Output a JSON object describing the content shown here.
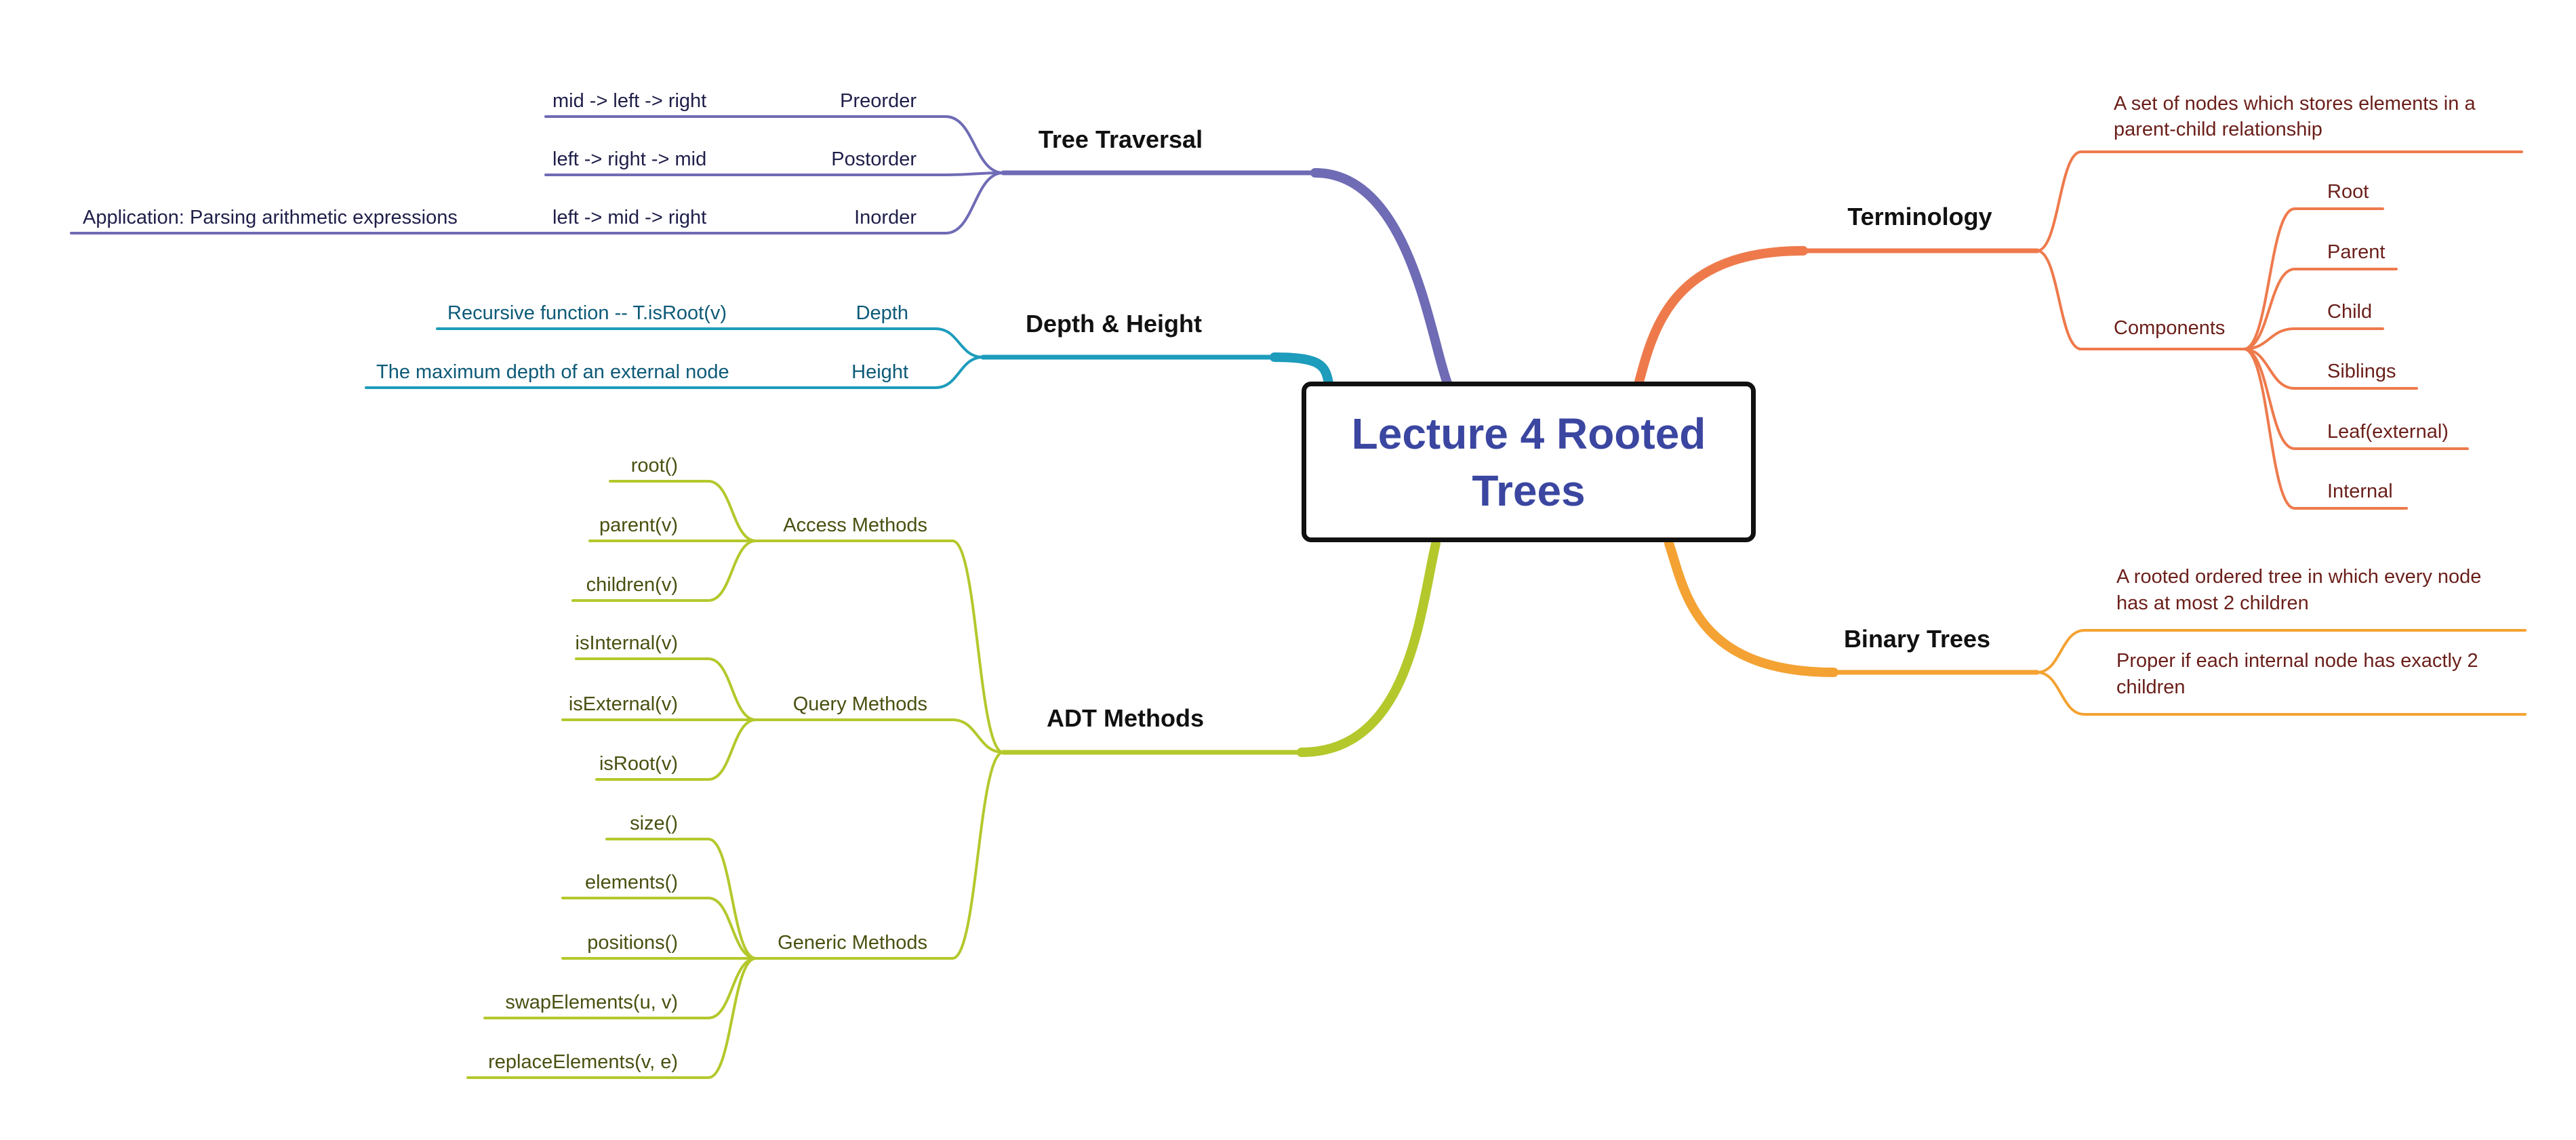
{
  "central": {
    "title": "Lecture 4 Rooted Trees"
  },
  "colors": {
    "traversal": "#6f6bb5",
    "depth": "#1d9cbc",
    "adt": "#b4c82c",
    "terminology": "#ee7a4c",
    "binary": "#f4a233",
    "traversal_text": "#1f1f4a",
    "depth_text": "#0d5a78",
    "adt_text": "#4a5010",
    "right_text": "#6b1f1a"
  },
  "branches": {
    "tree_traversal": {
      "title": "Tree Traversal",
      "items": [
        {
          "label": "Preorder",
          "detail": "mid -> left -> right"
        },
        {
          "label": "Postorder",
          "detail": "left -> right -> mid"
        },
        {
          "label": "Inorder",
          "detail": "left -> mid -> right",
          "application": "Application: Parsing arithmetic expressions"
        }
      ]
    },
    "depth_height": {
      "title": "Depth & Height",
      "items": [
        {
          "label": "Depth",
          "detail": "Recursive function -- T.isRoot(v)"
        },
        {
          "label": "Height",
          "detail": "The maximum depth of an external node"
        }
      ]
    },
    "adt_methods": {
      "title": "ADT Methods",
      "groups": [
        {
          "label": "Access Methods",
          "items": [
            "root()",
            "parent(v)",
            "children(v)"
          ]
        },
        {
          "label": "Query Methods",
          "items": [
            "isInternal(v)",
            "isExternal(v)",
            "isRoot(v)"
          ]
        },
        {
          "label": "Generic Methods",
          "items": [
            "size()",
            "elements()",
            "positions()",
            "swapElements(u, v)",
            "replaceElements(v, e)"
          ]
        }
      ]
    },
    "terminology": {
      "title": "Terminology",
      "definition": [
        "A set of nodes which stores elements in a",
        "parent-child relationship"
      ],
      "components": {
        "label": "Components",
        "items": [
          "Root",
          "Parent",
          "Child",
          "Siblings",
          "Leaf(external)",
          "Internal"
        ]
      }
    },
    "binary_trees": {
      "title": "Binary Trees",
      "items": [
        [
          "A rooted ordered tree in which every node",
          "has at most 2 children"
        ],
        [
          "Proper if each internal node has exactly 2",
          "children"
        ]
      ]
    }
  }
}
